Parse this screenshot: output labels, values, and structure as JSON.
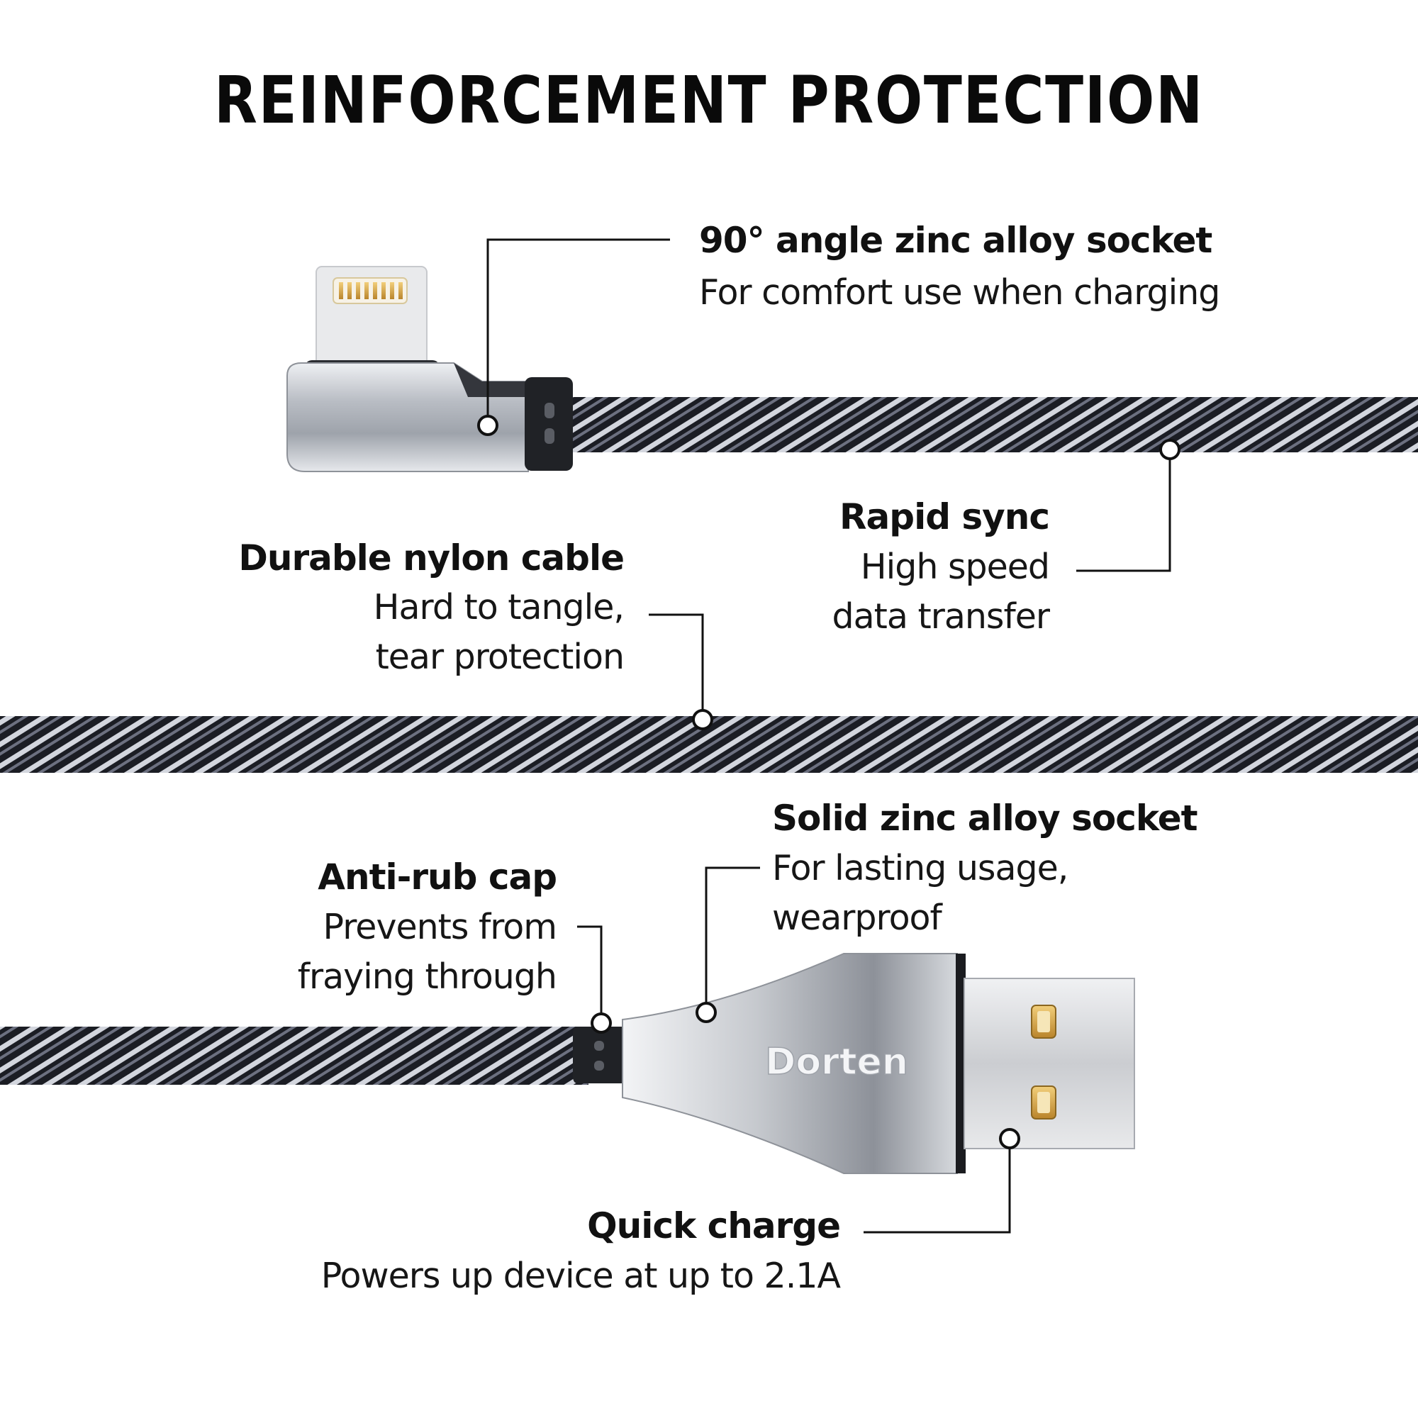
{
  "title": "REINFORCEMENT  PROTECTION",
  "brand_logo": "Dorten",
  "colors": {
    "background": "#ffffff",
    "text": "#111111",
    "metal": "#c9ccd1",
    "braid_dark": "#1d1f26",
    "braid_light": "#d9dce3",
    "gold_pin": "#d8a546"
  },
  "callouts": {
    "angle_socket": {
      "heading": "90° angle zinc alloy socket",
      "desc": "For comfort use when charging"
    },
    "rapid_sync": {
      "heading": "Rapid sync",
      "line1": "High speed",
      "line2": "data transfer"
    },
    "nylon_cable": {
      "heading": "Durable nylon cable",
      "line1": "Hard to tangle,",
      "line2": "tear protection"
    },
    "zinc_socket": {
      "heading": "Solid zinc alloy socket",
      "line1": "For lasting usage,",
      "line2": "wearproof"
    },
    "anti_rub": {
      "heading": "Anti-rub cap",
      "line1": "Prevents from",
      "line2": "fraying through"
    },
    "quick_charge": {
      "heading": "Quick charge",
      "desc": "Powers up device at up to 2.1A"
    }
  }
}
